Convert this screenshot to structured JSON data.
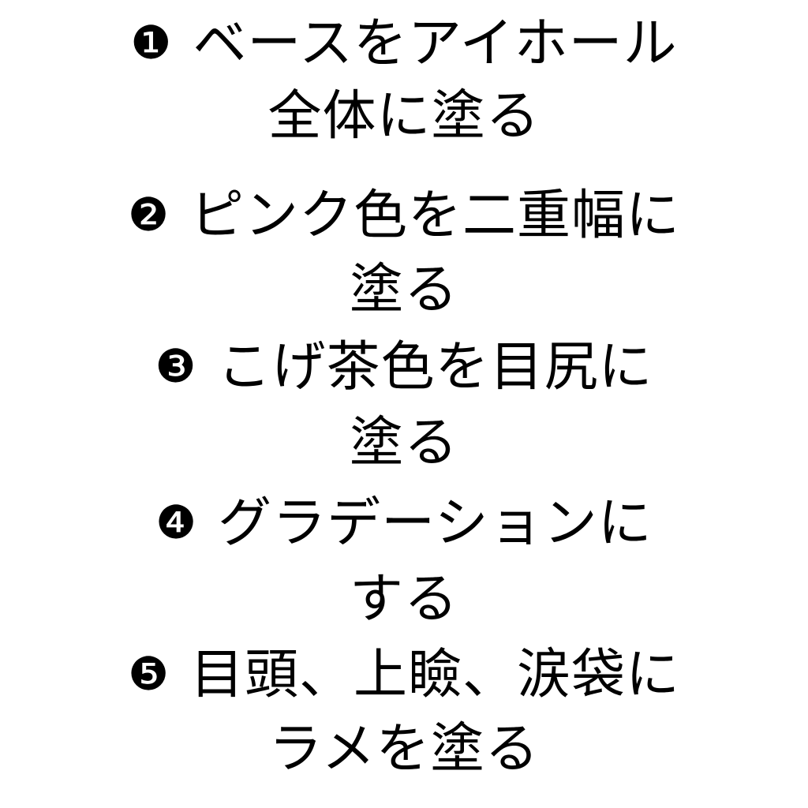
{
  "steps": [
    {
      "marker": "❶",
      "line1": "ベースをアイホール",
      "line2": "全体に塗る"
    },
    {
      "marker": "❷",
      "line1": "ピンク色を二重幅に",
      "line2": "塗る"
    },
    {
      "marker": "❸",
      "line1": "こげ茶色を目尻に",
      "line2": "塗る"
    },
    {
      "marker": "❹",
      "line1": "グラデーションに",
      "line2": "する"
    },
    {
      "marker": "❺",
      "line1": "目頭、上瞼、涙袋に",
      "line2": "ラメを塗る"
    }
  ]
}
